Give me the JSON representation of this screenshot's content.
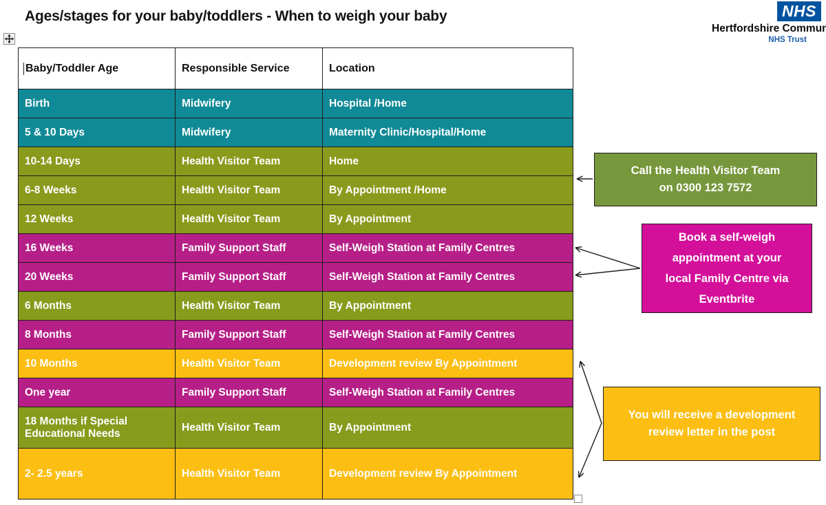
{
  "page_title": "Ages/stages for your baby/toddlers - When to weigh your baby",
  "logo": {
    "badge": "NHS",
    "trust_name": "Hertfordshire Community",
    "trust_sub": "NHS Trust",
    "badge_color": "#0053a0",
    "sub_color": "#1a5fa8"
  },
  "table": {
    "headers": [
      "Baby/Toddler Age",
      "Responsible Service",
      "Location"
    ],
    "rows": [
      {
        "age": "Birth",
        "service": "Midwifery",
        "location": "Hospital /Home",
        "color": "#0f8a96",
        "style": "teal"
      },
      {
        "age": "5 & 10 Days",
        "service": "Midwifery",
        "location": "Maternity Clinic/Hospital/Home",
        "color": "#0f8a96",
        "style": "teal"
      },
      {
        "age": "10-14 Days",
        "service": "Health Visitor Team",
        "location": "Home",
        "color": "#8a9a1c",
        "style": "olive"
      },
      {
        "age": "6-8 Weeks",
        "service": "Health Visitor Team",
        "location": "By Appointment /Home",
        "color": "#8a9a1c",
        "style": "olive"
      },
      {
        "age": "12 Weeks",
        "service": "Health Visitor Team",
        "location": "By Appointment",
        "color": "#8a9a1c",
        "style": "olive"
      },
      {
        "age": "16 Weeks",
        "service": "Family Support Staff",
        "location": "Self-Weigh Station at Family Centres",
        "color": "#b61f87",
        "style": "magenta"
      },
      {
        "age": "20 Weeks",
        "service": "Family Support Staff",
        "location": "Self-Weigh Station at Family Centres",
        "color": "#b61f87",
        "style": "magenta"
      },
      {
        "age": "6 Months",
        "service": "Health Visitor Team",
        "location": "By Appointment",
        "color": "#879b1c",
        "style": "olive2"
      },
      {
        "age": "8 Months",
        "service": "Family Support Staff",
        "location": "Self-Weigh Station at Family Centres",
        "color": "#b61f87",
        "style": "magenta"
      },
      {
        "age": "10 Months",
        "service": "Health Visitor Team",
        "location": "Development review By Appointment",
        "color": "#fcbe12",
        "style": "yellow"
      },
      {
        "age": "One year",
        "service": "Family Support Staff",
        "location": "Self-Weigh Station at Family Centres",
        "color": "#b61f87",
        "style": "magenta"
      },
      {
        "age": "18 Months if Special Educational Needs",
        "service": "Health Visitor Team",
        "location": "By Appointment",
        "color": "#879b1c",
        "style": "olive2"
      },
      {
        "age": "2- 2.5 years",
        "service": "Health Visitor Team",
        "location": "Development review By Appointment",
        "color": "#fcbe12",
        "style": "yellow"
      }
    ]
  },
  "callouts": {
    "health_visitor": {
      "line1": "Call the Health Visitor Team",
      "line2": "on 0300 123 7572",
      "color": "#77973c"
    },
    "self_weigh": {
      "line1": "Book a self-weigh",
      "line2": "appointment at your",
      "line3": "local Family Centre via",
      "line4": "Eventbrite",
      "color": "#d4109b"
    },
    "development_review": {
      "line1": "You will receive a development",
      "line2": "review letter in the post",
      "color": "#fcbe12"
    }
  }
}
